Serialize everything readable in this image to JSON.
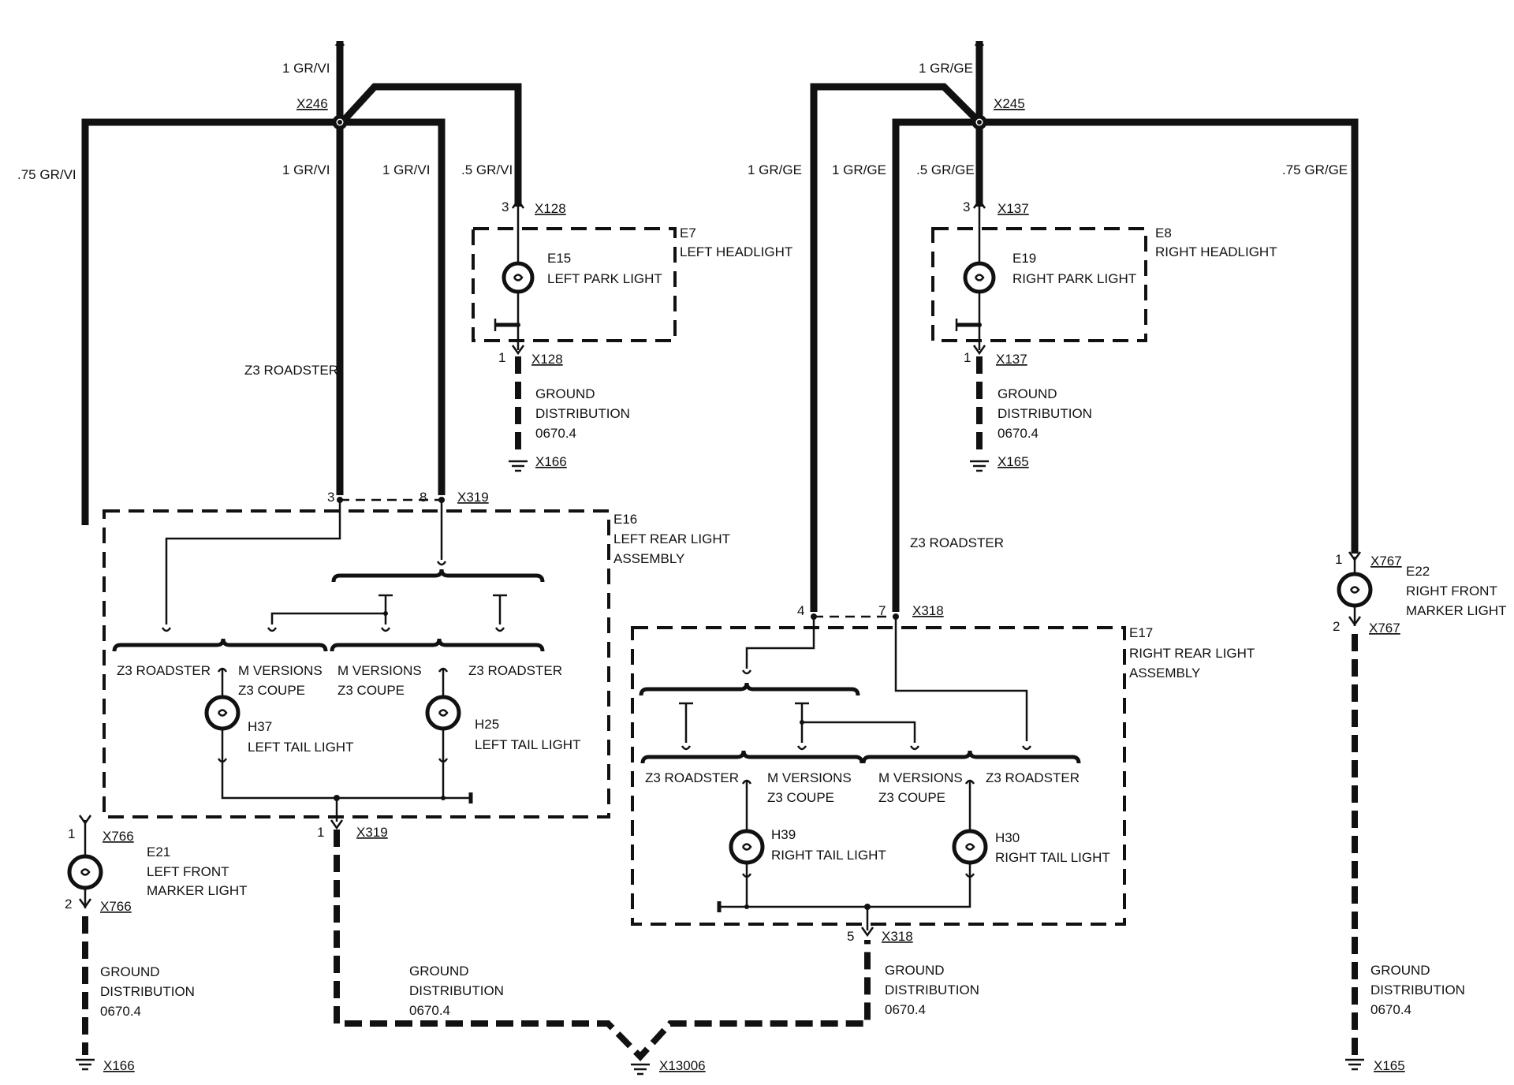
{
  "wires": {
    "left_feed": "1 GR/VI",
    "left_marker": ".75 GR/VI",
    "left_rear_a": "1 GR/VI",
    "left_rear_b": "1 GR/VI",
    "left_park": ".5 GR/VI",
    "right_feed": "1 GR/GE",
    "right_rear_a": "1 GR/GE",
    "right_rear_b": "1 GR/GE",
    "right_park": ".5 GR/GE",
    "right_marker": ".75 GR/GE"
  },
  "connectors": {
    "x246": "X246",
    "x245": "X245",
    "x128_top": "X128",
    "x128_bottom": "X128",
    "x137_top": "X137",
    "x137_bottom": "X137",
    "x166_a": "X166",
    "x166_b": "X166",
    "x165_a": "X165",
    "x165_b": "X165",
    "x319_top": "X319",
    "x319_bottom": "X319",
    "x318_top": "X318",
    "x318_bottom": "X318",
    "x766_top": "X766",
    "x766_bottom": "X766",
    "x767_top": "X767",
    "x767_bottom": "X767",
    "x13006": "X13006"
  },
  "pins": {
    "x128_top": "3",
    "x128_bottom": "1",
    "x137_top": "3",
    "x137_bottom": "1",
    "x319_a": "3",
    "x319_b": "8",
    "x319_bottom": "1",
    "x318_a": "4",
    "x318_b": "7",
    "x318_bottom": "5",
    "x766_top": "1",
    "x766_bottom": "2",
    "x767_top": "1",
    "x767_bottom": "2"
  },
  "components": {
    "e7": {
      "id": "E7",
      "name": "LEFT HEADLIGHT"
    },
    "e15": {
      "id": "E15",
      "name": "LEFT PARK LIGHT"
    },
    "e8": {
      "id": "E8",
      "name": "RIGHT HEADLIGHT"
    },
    "e19": {
      "id": "E19",
      "name": "RIGHT PARK LIGHT"
    },
    "e16": {
      "id": "E16",
      "line1": "LEFT REAR LIGHT",
      "line2": "ASSEMBLY"
    },
    "e17": {
      "id": "E17",
      "line1": "RIGHT REAR LIGHT",
      "line2": "ASSEMBLY"
    },
    "e21": {
      "id": "E21",
      "line1": "LEFT FRONT",
      "line2": "MARKER LIGHT"
    },
    "e22": {
      "id": "E22",
      "line1": "RIGHT FRONT",
      "line2": "MARKER LIGHT"
    },
    "h37": {
      "id": "H37",
      "name": "LEFT TAIL LIGHT"
    },
    "h25": {
      "id": "H25",
      "name": "LEFT TAIL LIGHT"
    },
    "h39": {
      "id": "H39",
      "name": "RIGHT TAIL LIGHT"
    },
    "h30": {
      "id": "H30",
      "name": "RIGHT TAIL LIGHT"
    }
  },
  "variants": {
    "z3_roadster": "Z3 ROADSTER",
    "m_versions": "M VERSIONS",
    "z3_coupe": "Z3 COUPE"
  },
  "ground": {
    "line1": "GROUND",
    "line2": "DISTRIBUTION",
    "ref": "0670.4"
  }
}
